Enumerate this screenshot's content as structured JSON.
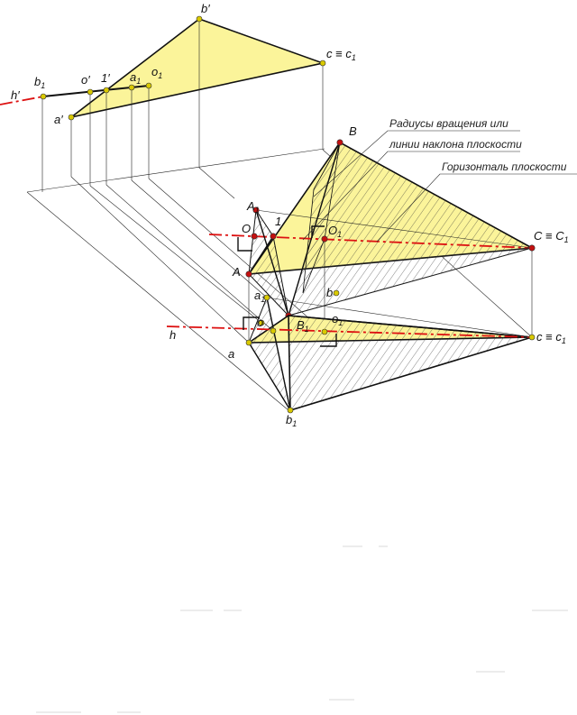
{
  "annotations": {
    "radii_line1": "Радиусы вращения или",
    "radii_line2": "линии наклона плоскости",
    "horizontal": "Горизонталь плоскости"
  },
  "labels_frontal": {
    "b_prime": "b",
    "c_prime": "c ≡ c",
    "a_prime": "a",
    "h_prime": "h",
    "b1_prime": "b",
    "o_prime": "o",
    "one_prime": "1",
    "a1_prime": "a",
    "o1_prime": "o"
  },
  "labels_space": {
    "B": "B",
    "A1": "A",
    "O": "O",
    "O1": "O",
    "A": "A",
    "one": "1",
    "C_C1": "C ≡ C"
  },
  "labels_horizontal": {
    "a1": "a",
    "o": "o",
    "b": "b",
    "B1": "B",
    "o1": "o",
    "c_c1": "c ≡ c",
    "h": "h",
    "a": "a",
    "b1": "b"
  },
  "subscript": "1",
  "colors": {
    "plane_fill": "#fbf49a",
    "axis_red": "#d11111",
    "point_yellow": "#d9c900",
    "point_red": "#c31010"
  }
}
